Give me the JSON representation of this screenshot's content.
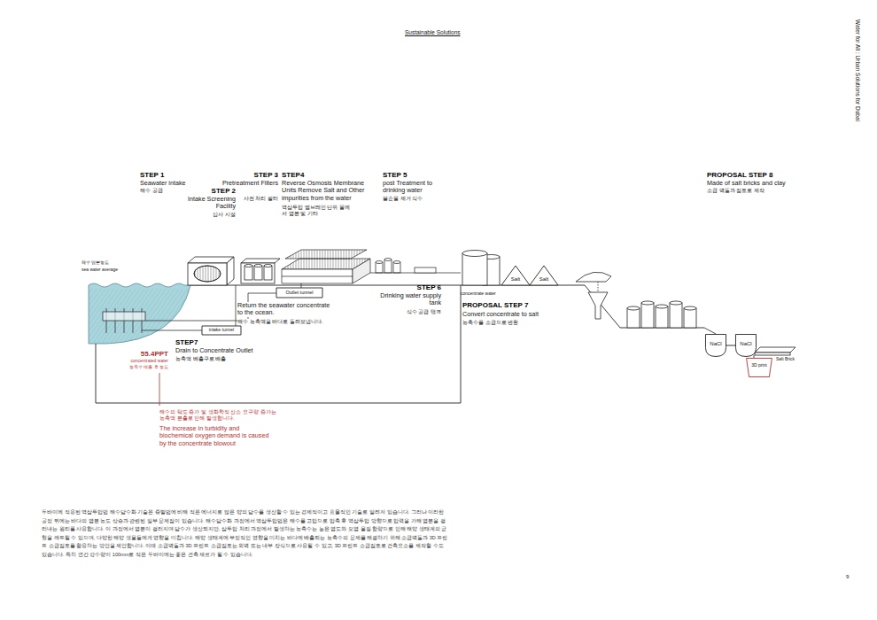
{
  "diagram": {
    "nodes": [
      {
        "text": [
          "Outlet tunnel"
        ]
      },
      {
        "text": [
          "intake tunnel"
        ]
      },
      {
        "text": [
          "Salt"
        ]
      },
      {
        "text": [
          "Salt"
        ]
      },
      {
        "text": [
          "NaCl"
        ]
      },
      {
        "text": [
          "NaCl"
        ]
      },
      {
        "text": [
          "3D print"
        ]
      }
    ],
    "edges": [
      {
        "from": 4,
        "to": 5,
        "arrow": "none"
      }
    ],
    "labels": [
      "Sustainable Solutions",
      "Water for All : Urban Solutions for Dubai",
      "STEP 1",
      "Seawater intake",
      "해수 공급",
      "STEP 2",
      "Intake Screening Facility",
      "심사 시설",
      "STEP 3",
      "Pretreatment Filters",
      "사전 처리 필터",
      "STEP4",
      "Reverse Osmosis Membrane Units Remove Salt and Other impurities from the water",
      "역삼투압 멤브레인 단위 물에서 염분 및 기타",
      "STEP 5",
      "post Treatment to drinking water",
      "불순물 제거 식수",
      "STEP 6",
      "Drinking water supply tank",
      "식수 공급 탱크",
      "PROPOSAL STEP 7",
      "Convert concentrate to salt",
      "농축수를 소금으로 변환",
      "PROPOSAL STEP 8",
      "Made of salt bricks and clay",
      "소금 벽돌과 점토로 제작",
      "STEP7",
      "Drain to Concentrate Outlet",
      "농축액 배출구로 배출",
      "Return the seawater concentrate to the ocean.",
      "해수 농축액을 바다로 돌려보냅니다.",
      "해수 염분농도",
      "sea water average",
      "55.4PPT",
      "concentrated water",
      "농축수 배출 후 농도",
      "해수의 탁도 증가 및 생화학적 산소 요구량 증가는 농축액 분출로 인해 발생합니다.",
      "The increase in turbidity and biochemical oxygen demand is caused by the concentrate blowout",
      "concentrate water",
      "Salt Brick",
      "두바이에 적용된 역삼투압법 해수담수화 기술은 증발법에 비해 적은 에너지로 많은 양의 담수를 생산할 수 있는 경제적이고 효율적인 기술로 알려져 있습니다. 그러나 이러한 공정 뒤에는 바다의 염분 농도 상승과 관련된 일부 문제점이 있습니다. 해수담수화 과정에서 역삼투압법은 해수를 고압으로 압축 후 역삼투압 방향으로 압력을 가해 염분을 걸러내는 원리를 사용합니다. 이 과정에서 염분이 걸러지며 담수가 생산되지만, 삼투압 처리 과정에서 발생하는 농축수는 높은 염도와 오염 물질 함량으로 인해 해양 생태계의 균형을 깨트릴 수 있으며, 다양한 해양 생물들에게 영향을 미칩니다. 해양 생태계에 부정적인 영향을 미치는 바다에 배출되는 농축수의 문제를 해결하기 위해 소금벽돌과 3D 프린트 소금점토를 활용하는 방안을 제안합니다. 이때 소금벽돌과 3D 프린트 소금점토는 외벽 또는 내부 장식으로 사용될 수 있고, 3D 프린트 소금점토로 건축요소를 제작할 수도 있습니다. 특히 연간 강수량이 100mm로 적은 두바이에는 좋은 건축 재료가 될 수 있습니다.",
      "9"
    ]
  }
}
